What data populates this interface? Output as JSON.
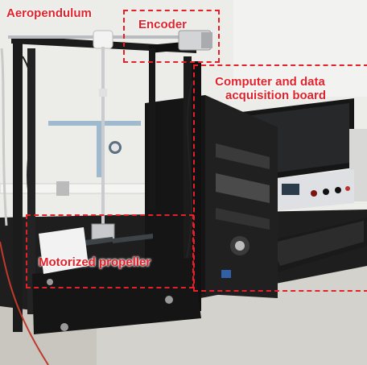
{
  "annotations": {
    "aeropendulum": "Aeropendulum",
    "encoder": "Encoder",
    "computer_line1": "Computer and data",
    "computer_line2": "acquisition board",
    "motorized_propeller": "Motorized propeller"
  },
  "colors": {
    "annotation": "#e4212a",
    "frame": "#1b1b1b",
    "wall": "#ebebe8",
    "floor": "#d9d7d3"
  }
}
